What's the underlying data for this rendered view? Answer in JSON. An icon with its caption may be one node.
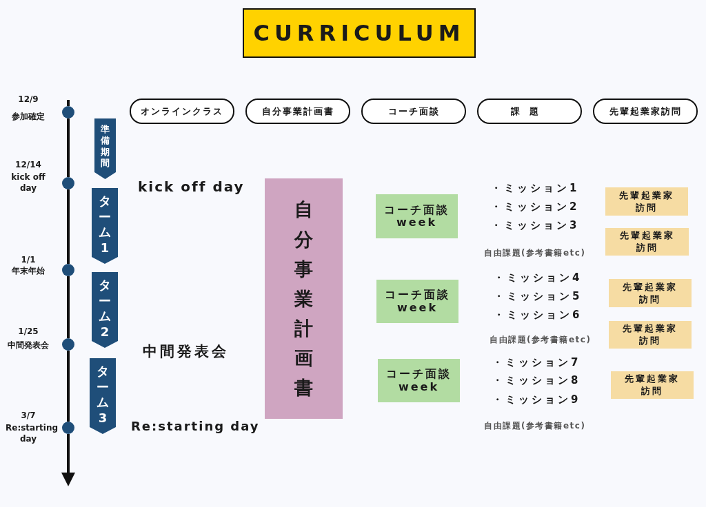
{
  "diagram": {
    "nodes": [
      {
        "text": [
          "CURRICULUM"
        ]
      },
      {
        "text": [
          "オンラインクラス"
        ]
      },
      {
        "text": [
          "自分事業計画書"
        ]
      },
      {
        "text": [
          "コーチ面談"
        ]
      },
      {
        "text": [
          "課題"
        ]
      },
      {
        "text": [
          "先輩起業家訪問"
        ]
      },
      {
        "text": [],
        "shape": "circle",
        "beside": [
          "12/9",
          "参加確定"
        ]
      },
      {
        "text": [
          "準備期間"
        ]
      },
      {
        "text": [],
        "shape": "circle",
        "beside": [
          "12/14",
          "kick off day"
        ]
      },
      {
        "text": [
          "ターム1"
        ]
      },
      {
        "text": [
          "自分事業計画書"
        ]
      },
      {
        "text": [
          "コーチ面談 week"
        ]
      },
      {
        "text": [
          "先輩起業家訪問"
        ]
      },
      {
        "text": [
          "先輩起業家訪問"
        ]
      },
      {
        "text": [],
        "shape": "circle",
        "beside": [
          "1/1",
          "年末年始"
        ]
      },
      {
        "text": [
          "ターム2"
        ]
      },
      {
        "text": [
          "コーチ面談 week"
        ]
      },
      {
        "text": [
          "先輩起業家訪問"
        ]
      },
      {
        "text": [
          "先輩起業家訪問"
        ]
      },
      {
        "text": [],
        "shape": "circle",
        "beside": [
          "1/25",
          "中間発表会"
        ]
      },
      {
        "text": [
          "ターム3"
        ]
      },
      {
        "text": [
          "コーチ面談 week"
        ]
      },
      {
        "text": [
          "先輩起業家訪問"
        ]
      },
      {
        "text": [],
        "shape": "circle",
        "beside": [
          "3/7",
          "Re:starting day"
        ]
      }
    ],
    "edges": [
      {
        "from": 6,
        "to": 8,
        "arrow": "none"
      },
      {
        "from": 8,
        "to": 14,
        "arrow": "none"
      },
      {
        "from": 14,
        "to": 19,
        "arrow": "none"
      },
      {
        "from": 19,
        "to": 23,
        "arrow": "none"
      },
      {
        "from": 23,
        "to": null,
        "arrow": "to"
      }
    ],
    "labels": [
      "kick off day",
      "・ミッション1",
      "・ミッション2",
      "・ミッション3",
      "自由課題(参考書籍etc)",
      "・ミッション4",
      "・ミッション5",
      "・ミッション6",
      "自由課題(参考書籍etc)",
      "中間発表会",
      "・ミッション7",
      "・ミッション8",
      "・ミッション9",
      "Re:starting day",
      "自由課題(参考書籍etc)"
    ]
  }
}
